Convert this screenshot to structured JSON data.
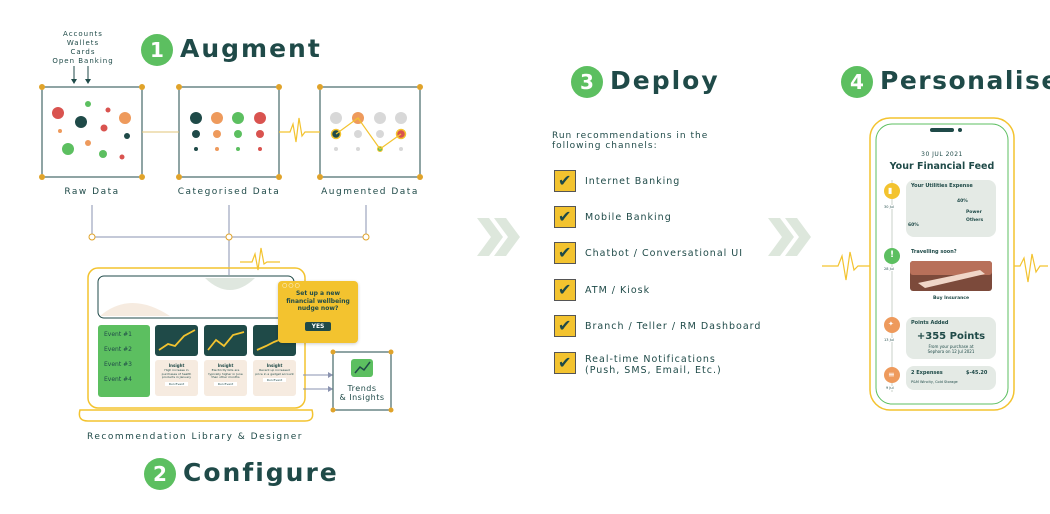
{
  "steps": {
    "augment": {
      "num": "1",
      "title": "Augment"
    },
    "configure": {
      "num": "2",
      "title": "Configure"
    },
    "deploy": {
      "num": "3",
      "title": "Deploy"
    },
    "personalise": {
      "num": "4",
      "title": "Personalise"
    }
  },
  "sources": [
    "Accounts",
    "Wallets",
    "Cards",
    "Open Banking"
  ],
  "panels": {
    "raw": "Raw Data",
    "categorised": "Categorised Data",
    "augmented": "Augmented Data"
  },
  "configure": {
    "events": [
      "Event #1",
      "Event #2",
      "Event #3",
      "Event #4"
    ],
    "insight_title": "Insight",
    "insight_texts": [
      "High increase in purchases of health products in January",
      "Electricity bills are typically higher in June than other months",
      "Recent up increased price in a gadget account"
    ],
    "button": "Run Event",
    "nudge_text": "Set up a new financial wellbeing nudge now?",
    "nudge_yes": "YES",
    "trends_line1": "Trends",
    "trends_line2": "& Insights",
    "library_label": "Recommendation Library & Designer"
  },
  "deploy": {
    "intro_line1": "Run recommendations in the",
    "intro_line2": "following channels:",
    "channels": [
      "Internet Banking",
      "Mobile Banking",
      "Chatbot / Conversational UI",
      "ATM / Kiosk",
      "Branch / Teller / RM Dashboard",
      "Real-time Notifications"
    ],
    "channel_sub": "(Push, SMS, Email, Etc.)"
  },
  "phone": {
    "date": "30 JUL 2021",
    "title": "Your Financial Feed",
    "utilities": {
      "title": "Your Utilities Expense",
      "pct_power": "40%",
      "pct_others": "60%",
      "legend_power": "Power",
      "legend_others": "Others",
      "date": "30 Jul"
    },
    "travel": {
      "title": "Travelling soon?",
      "button": "Buy Insurance",
      "date": "28 Jul"
    },
    "points": {
      "title": "Points Added",
      "value": "+355 Points",
      "sub1": "From your purchase at",
      "sub2": "Sephora on 12 Jul 2021",
      "date": "13 Jul"
    },
    "expenses": {
      "title": "2 Expenses",
      "amount": "$-45.20",
      "sub": "P&M Wincity, Cold Storage",
      "date": "9 Jul"
    }
  },
  "colors": {
    "dark": "#1f4a48",
    "green": "#5cbf60",
    "yellow": "#f3c32f",
    "orange": "#ee9a5c",
    "red": "#d9534f",
    "cream": "#f6ebe0"
  }
}
